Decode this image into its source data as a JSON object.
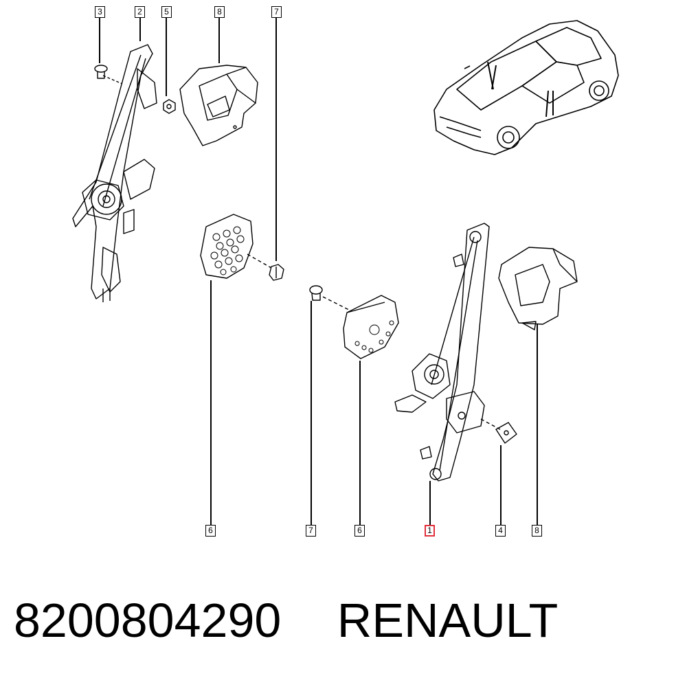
{
  "callouts": [
    {
      "id": "c-3",
      "label": "3"
    },
    {
      "id": "c-2",
      "label": "2"
    },
    {
      "id": "c-5",
      "label": "5"
    },
    {
      "id": "c-8a",
      "label": "8"
    },
    {
      "id": "c-7a",
      "label": "7"
    },
    {
      "id": "c-6a",
      "label": "6"
    },
    {
      "id": "c-7b",
      "label": "7"
    },
    {
      "id": "c-6b",
      "label": "6"
    },
    {
      "id": "c-1",
      "label": "1",
      "highlighted": true
    },
    {
      "id": "c-4",
      "label": "4"
    },
    {
      "id": "c-8b",
      "label": "8"
    }
  ],
  "caption": {
    "part_number": "8200804290",
    "brand": "RENAULT"
  },
  "colors": {
    "line": "#000000",
    "highlight": "#e0303a",
    "background": "#ffffff"
  }
}
